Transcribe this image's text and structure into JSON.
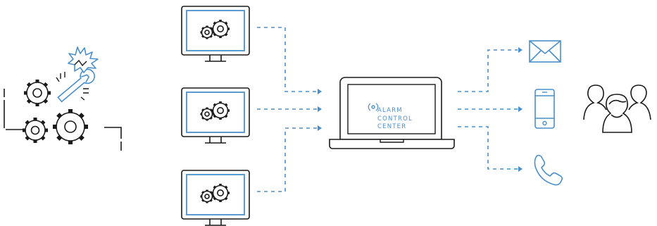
{
  "colors": {
    "line": "#1a1a1a",
    "accent": "#4a8fcb",
    "background": "#ffffff"
  },
  "alarm_center": {
    "line1": "ALARM",
    "line2": "CONTROL",
    "line3": "CENTER"
  },
  "icons": {
    "source": "broken-machinery-gears-wrench-icon",
    "monitors": [
      "monitor-gears-icon",
      "monitor-gears-icon",
      "monitor-gears-icon"
    ],
    "center": "laptop-icon",
    "outputs": [
      "envelope-icon",
      "smartphone-icon",
      "phone-handset-icon"
    ],
    "recipients": "people-group-icon"
  }
}
